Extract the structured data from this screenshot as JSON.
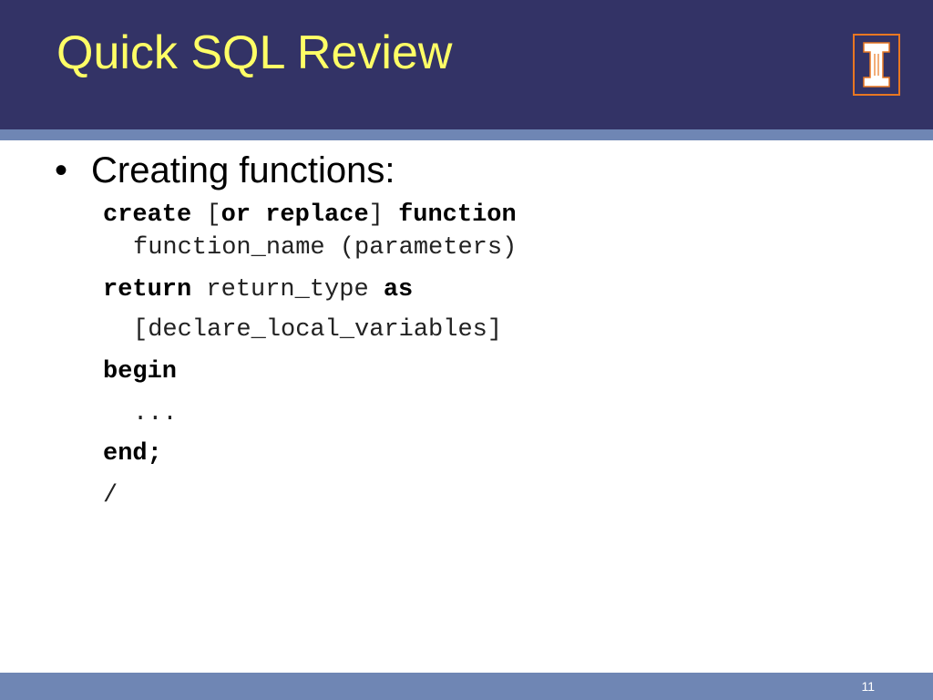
{
  "slide": {
    "title": "Quick SQL Review",
    "page_number": "11",
    "bullet_marker": "•",
    "bullet_text": "Creating functions:"
  },
  "code": {
    "create": "create",
    "bracket_open": "[",
    "or_replace": "or replace",
    "bracket_close": "]",
    "function_kw": "function",
    "signature": "function_name (parameters)",
    "return_kw": "return",
    "return_type": "return_type",
    "as_kw": "as",
    "declare": "[declare_local_variables]",
    "begin_kw": "begin",
    "ellipsis": "...",
    "end_kw": "end;",
    "slash": "/"
  },
  "theme": {
    "header_bg": "#333366",
    "title_color": "#ffff66",
    "rule_color": "#6f86b4",
    "logo_orange": "#e87722"
  },
  "icons": {
    "logo": "university-of-illinois-block-i-logo"
  }
}
